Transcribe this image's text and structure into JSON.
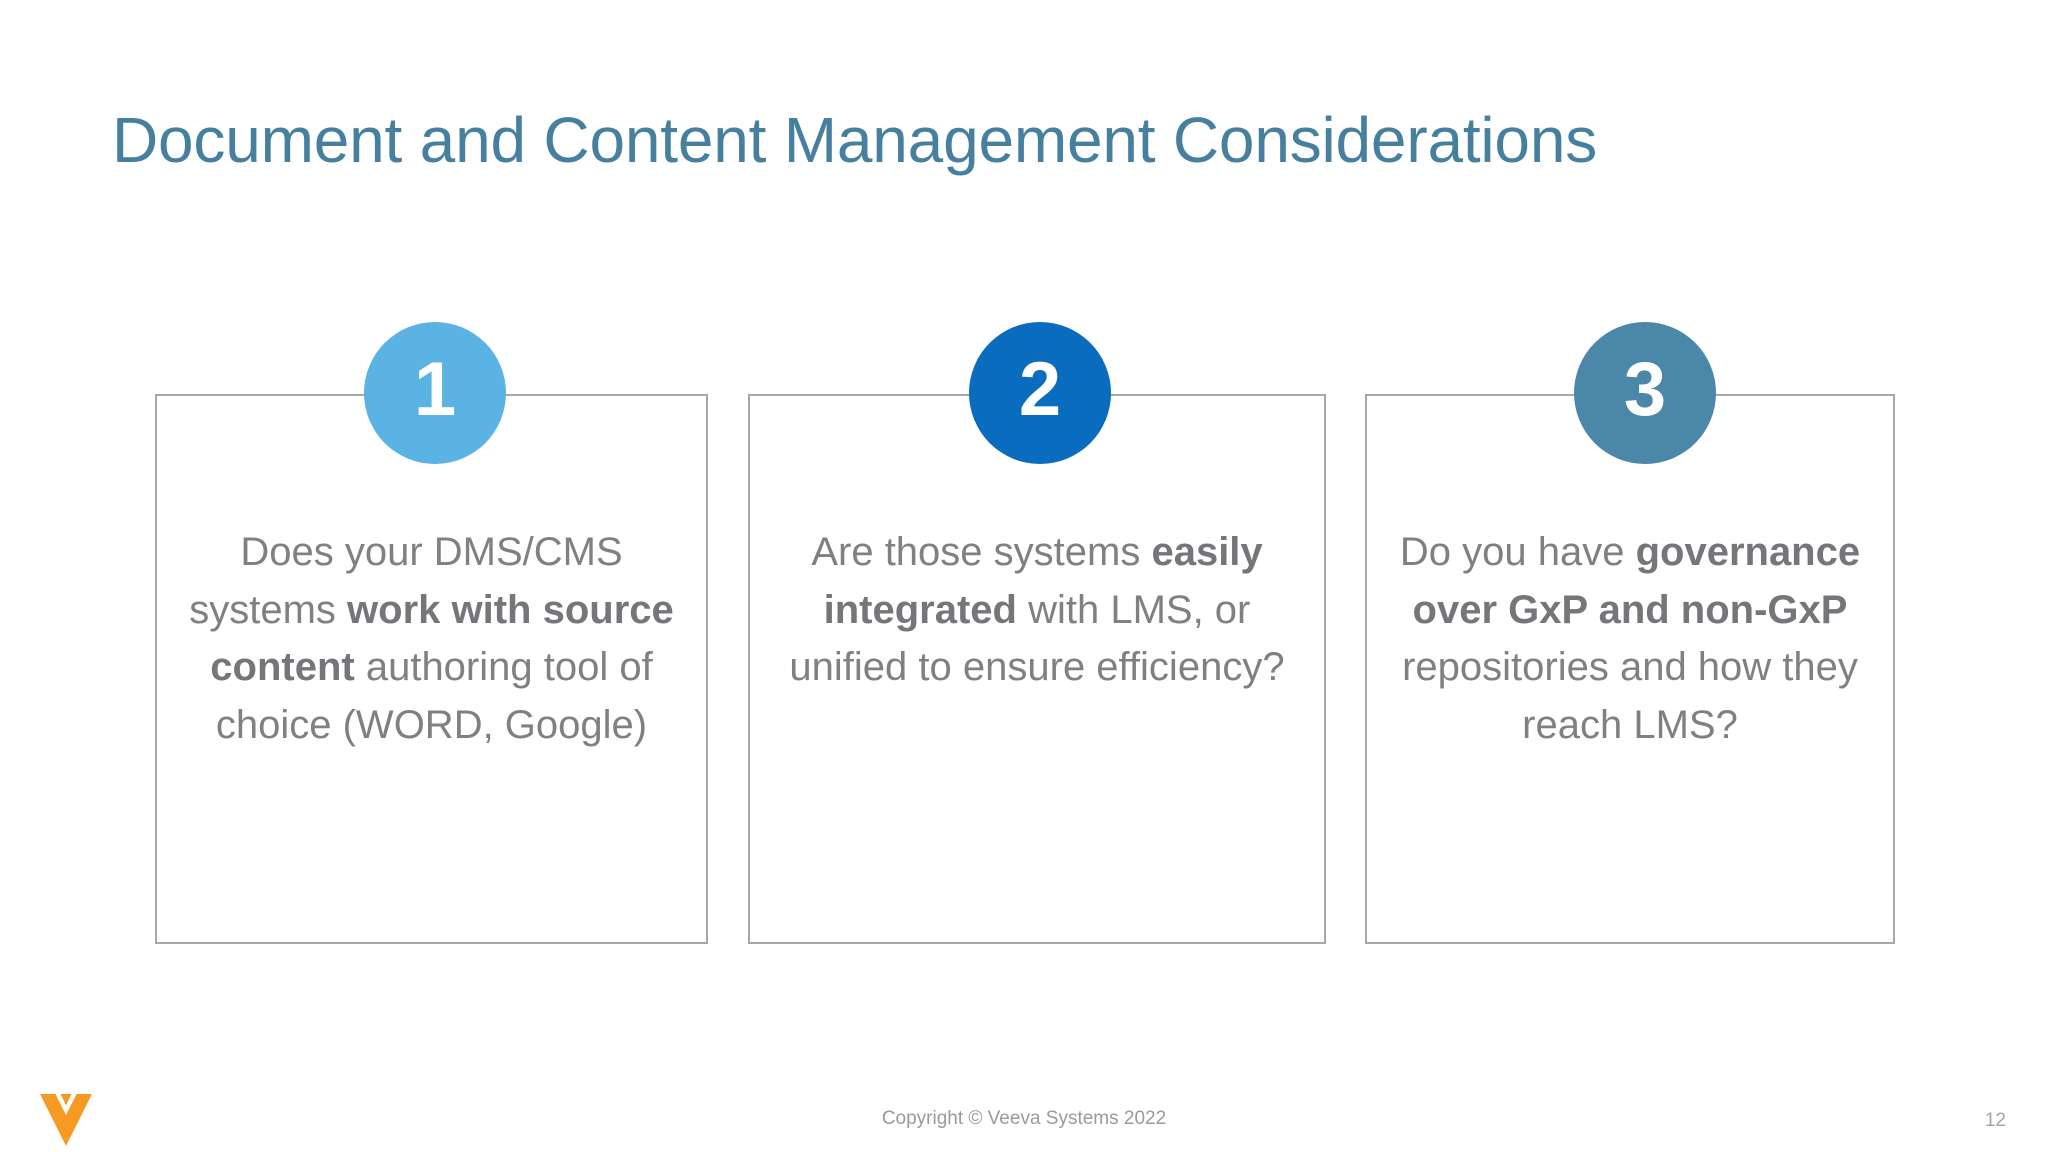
{
  "slide": {
    "title": "Document and Content Management Considerations",
    "page_number": "12",
    "copyright": "Copyright © Veeva Systems 2022",
    "logo_name": "veeva-logo",
    "colors": {
      "title_blue": "#47809F",
      "circle_1": "#5BB3E4",
      "circle_2": "#0A6CBE",
      "circle_3": "#4B87A8",
      "body_gray": "#808083",
      "border_gray": "#A7A7A9",
      "logo_orange": "#F59B23",
      "background": "#FFFFFF"
    }
  },
  "cards": [
    {
      "number": "1",
      "text_parts": [
        {
          "text": "Does your DMS/CMS systems ",
          "bold": false
        },
        {
          "text": "work with source content",
          "bold": true
        },
        {
          "text": " authoring tool of choice (WORD, Google)",
          "bold": false
        }
      ],
      "plain_text": "Does your DMS/CMS systems work with source content authoring tool of choice (WORD, Google)"
    },
    {
      "number": "2",
      "text_parts": [
        {
          "text": "Are those systems ",
          "bold": false
        },
        {
          "text": "easily integrated",
          "bold": true
        },
        {
          "text": " with LMS, or unified to ensure efficiency?",
          "bold": false
        }
      ],
      "plain_text": "Are those systems easily integrated with LMS, or unified to ensure efficiency?"
    },
    {
      "number": "3",
      "text_parts": [
        {
          "text": "Do you have ",
          "bold": false
        },
        {
          "text": "governance over GxP and non-GxP",
          "bold": true
        },
        {
          "text": " repositories and how they reach LMS?",
          "bold": false
        }
      ],
      "plain_text": "Do you have governance over GxP and non-GxP repositories and how they reach LMS?"
    }
  ]
}
